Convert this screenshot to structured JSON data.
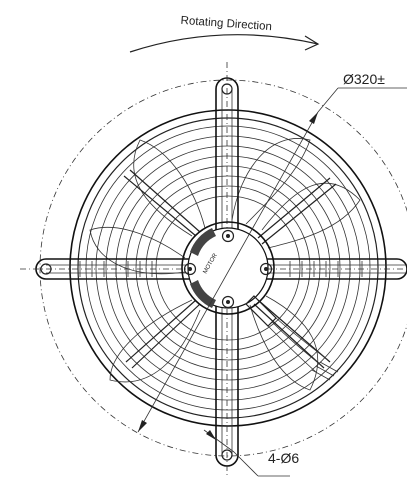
{
  "labels": {
    "rotating_direction": "Rotating Direction",
    "diameter": "Ø320±",
    "holes": "4-Ø6"
  },
  "colors": {
    "line": "#222222",
    "background": "#ffffff"
  }
}
